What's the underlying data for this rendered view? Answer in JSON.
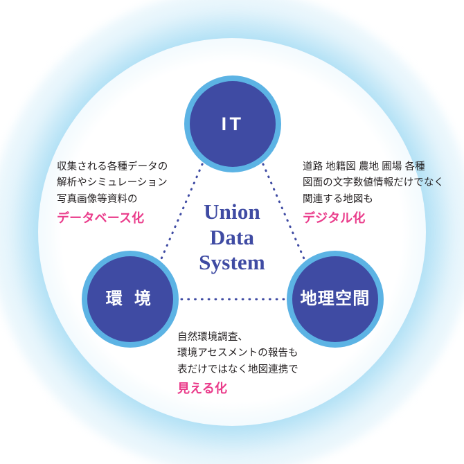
{
  "center": {
    "lines": [
      "Union",
      "Data",
      "System"
    ],
    "color": "#3f4ba3"
  },
  "nodes": [
    {
      "id": "it",
      "label": "IT",
      "fill": "#3f4ba3",
      "ring": "#5cb3e4"
    },
    {
      "id": "env",
      "label": "環 境",
      "fill": "#3f4ba3",
      "ring": "#5cb3e4"
    },
    {
      "id": "geo",
      "label": "地理空間",
      "fill": "#3f4ba3",
      "ring": "#5cb3e4"
    }
  ],
  "annotations": {
    "database": {
      "lines": [
        "収集される各種データの",
        "解析やシミュレーション",
        "写真画像等資料の"
      ],
      "accent": "データベース化",
      "accent_color": "#ea3c8b"
    },
    "digital": {
      "lines": [
        "道路 地籍図 農地 圃場 各種",
        "図面の文字数値情報だけでなく",
        "関連する地図も"
      ],
      "accent": "デジタル化",
      "accent_color": "#ea3c8b"
    },
    "visualize": {
      "lines": [
        "自然環境調査、",
        "環境アセスメントの報告も",
        "表だけではなく地図連携で"
      ],
      "accent": "見える化",
      "accent_color": "#ea3c8b"
    }
  },
  "connectors": {
    "color": "#3f4ba3",
    "style": "dotted",
    "edges": [
      "it-env",
      "it-geo",
      "env-geo"
    ]
  },
  "background": {
    "glow_color": "#96d6f2",
    "base_color": "#ffffff"
  }
}
